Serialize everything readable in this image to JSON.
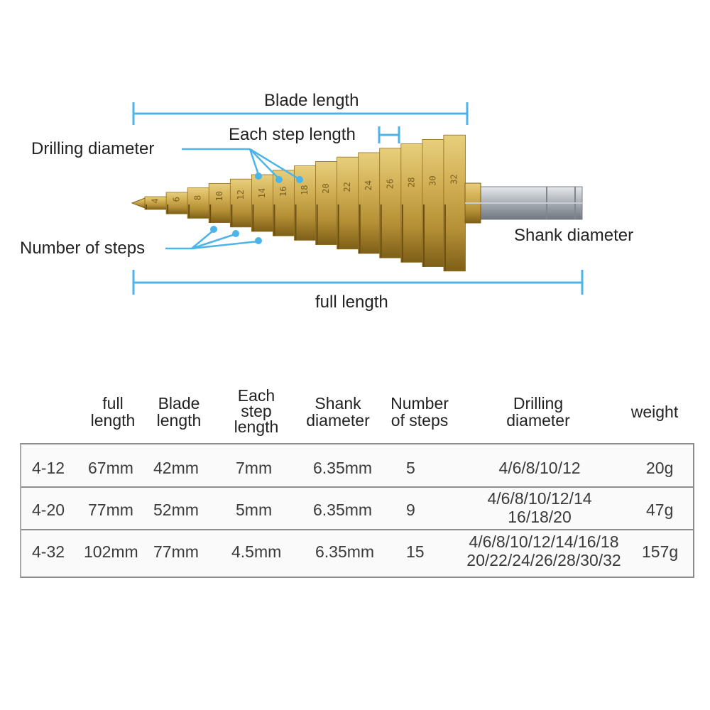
{
  "colors": {
    "dimension_line": "#4db4ea",
    "bit_gold": "#c9a544",
    "bit_gold_dark": "#8f6d1e",
    "shank_silver": "#b9bec4",
    "table_border": "#8c8c8c"
  },
  "diagram": {
    "labels": {
      "blade_length": "Blade length",
      "each_step_length": "Each step length",
      "drilling_diameter": "Drilling diameter",
      "number_of_steps": "Number of steps",
      "shank_diameter": "Shank diameter",
      "full_length": "full length"
    },
    "step_marks": [
      "4",
      "6",
      "8",
      "10",
      "12",
      "14",
      "16",
      "18",
      "20",
      "22",
      "24",
      "26",
      "28",
      "30",
      "32"
    ]
  },
  "table": {
    "headers": {
      "full_length": [
        "full",
        "length"
      ],
      "blade_length": [
        "Blade",
        "length"
      ],
      "each_step_length": [
        "Each",
        "step",
        "length"
      ],
      "shank_diameter": [
        "Shank",
        "diameter"
      ],
      "number_of_steps": [
        "Number",
        "of steps"
      ],
      "drilling_diameter": [
        "Drilling",
        "diameter"
      ],
      "weight": [
        "weight"
      ]
    },
    "rows": [
      {
        "model": "4-12",
        "full_length": "67mm",
        "blade_length": "42mm",
        "step_length": "7mm",
        "shank_diameter": "6.35mm",
        "steps": "5",
        "drilling_diameter": [
          "4/6/8/10/12"
        ],
        "weight": "20g"
      },
      {
        "model": "4-20",
        "full_length": "77mm",
        "blade_length": "52mm",
        "step_length": "5mm",
        "shank_diameter": "6.35mm",
        "steps": "9",
        "drilling_diameter": [
          "4/6/8/10/12/14",
          "16/18/20"
        ],
        "weight": "47g"
      },
      {
        "model": "4-32",
        "full_length": "102mm",
        "blade_length": "77mm",
        "step_length": "4.5mm",
        "shank_diameter": "6.35mm",
        "steps": "15",
        "drilling_diameter": [
          "4/6/8/10/12/14/16/18",
          "20/22/24/26/28/30/32"
        ],
        "weight": "157g"
      }
    ]
  }
}
